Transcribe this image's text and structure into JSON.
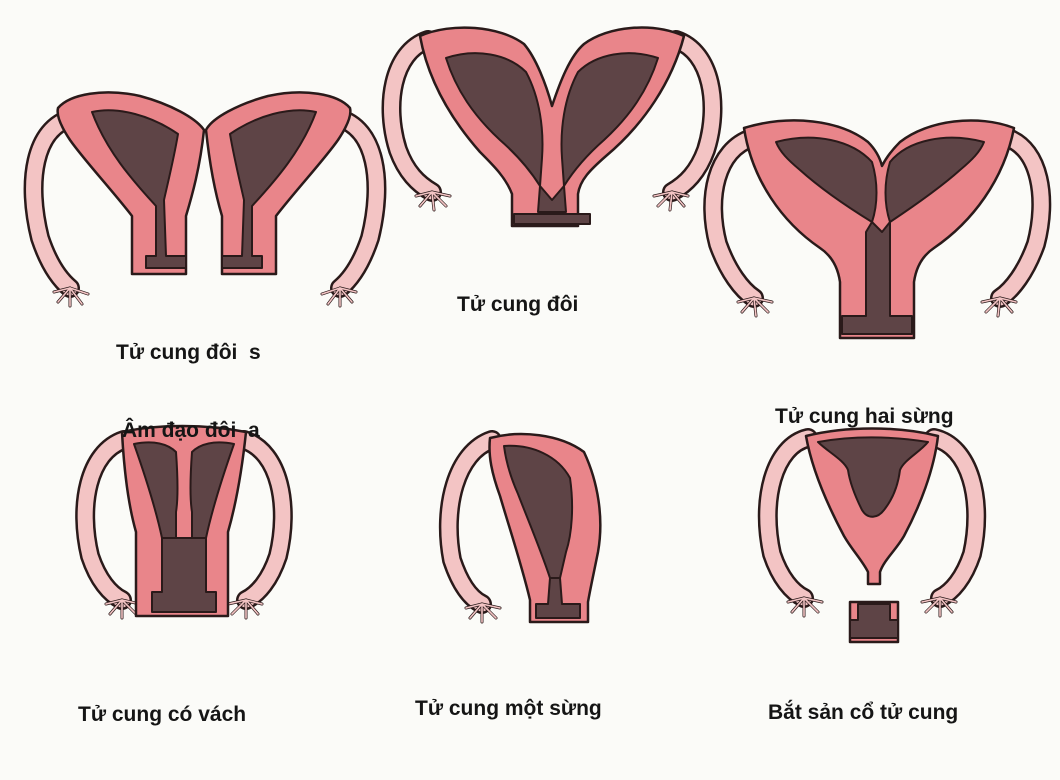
{
  "colors": {
    "background": "#fbfbf8",
    "uterine_wall": "#e9858a",
    "cavity": "#5e4446",
    "fallopian_tube": "#f3c4c4",
    "outline": "#2a1a1a"
  },
  "panels": [
    {
      "id": "uterus-didelphys",
      "caption_lines": [
        "Tử cung đôi  s",
        "Âm đạo đôi  a"
      ]
    },
    {
      "id": "uterus-duplex",
      "caption_lines": [
        "Tử cung đôi"
      ]
    },
    {
      "id": "bicornuate-uterus",
      "caption_lines": [
        "Tử cung hai sừng"
      ]
    },
    {
      "id": "septate-uterus",
      "caption_lines": [
        "Tử cung có vách"
      ]
    },
    {
      "id": "unicornuate-uterus",
      "caption_lines": [
        "Tử cung một sừng"
      ]
    },
    {
      "id": "cervical-agenesis",
      "caption_lines": [
        "Bắt sản cổ tử cung"
      ]
    }
  ]
}
